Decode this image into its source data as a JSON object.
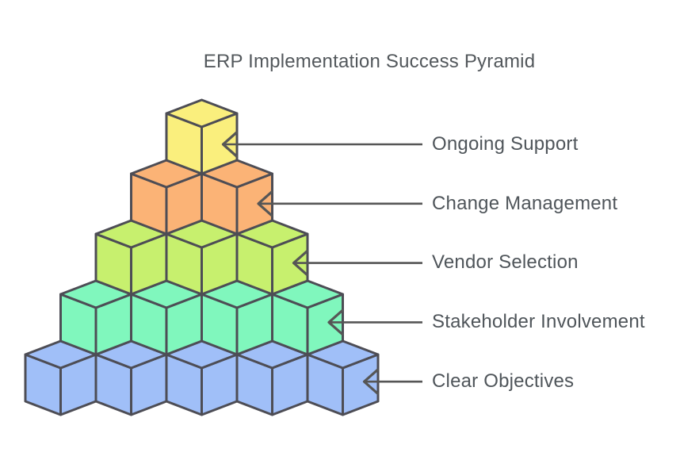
{
  "title": "ERP Implementation Success Pyramid",
  "pyramid": {
    "levels": [
      {
        "label": "Ongoing Support",
        "color": "#FAEF7D",
        "cubes": 1
      },
      {
        "label": "Change Management",
        "color": "#FBB376",
        "cubes": 2
      },
      {
        "label": "Vendor Selection",
        "color": "#C7F06E",
        "cubes": 3
      },
      {
        "label": "Stakeholder Involvement",
        "color": "#80F7BD",
        "cubes": 4
      },
      {
        "label": "Clear Objectives",
        "color": "#A0BFF8",
        "cubes": 5
      }
    ],
    "stroke_color": "#4D4D55",
    "arrow_color": "#565656",
    "label_text_color": "#4F555A",
    "title_text_color": "#53585C"
  }
}
